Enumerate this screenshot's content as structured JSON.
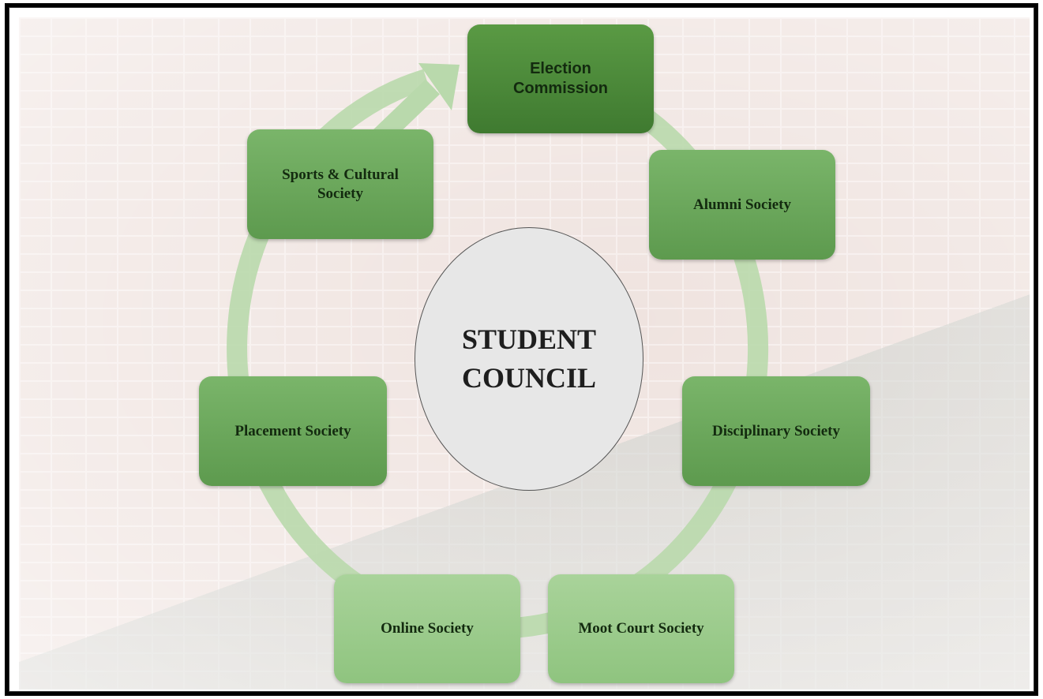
{
  "center": {
    "line1": "STUDENT",
    "line2": "COUNCIL"
  },
  "nodes": {
    "election": {
      "line1": "Election",
      "line2": "Commission"
    },
    "alumni": "Alumni Society",
    "disciplinary": "Disciplinary Society",
    "moot_court": "Moot Court Society",
    "online": "Online Society",
    "placement": "Placement Society",
    "sports_cultural": {
      "line1": "Sports & Cultural",
      "line2": "Society"
    }
  },
  "colors": {
    "node_fill": "#6aa85a",
    "top_node_fill": "#4a8a3a",
    "cycle_arrow": "#b9d9ac",
    "center_fill": "#e7e7e7"
  }
}
